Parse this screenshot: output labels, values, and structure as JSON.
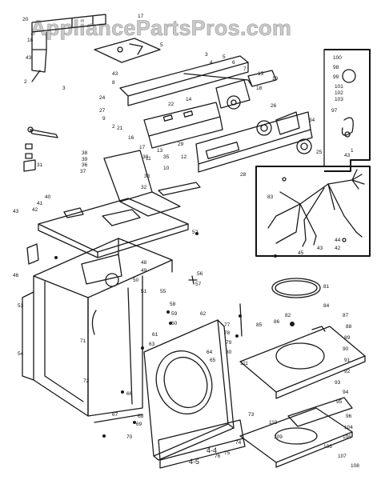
{
  "watermark": "AppliancePartsPros.com",
  "page_marks": {
    "lower": "4-5",
    "upper": "4-4"
  },
  "callouts": {
    "top_left": [
      "20",
      "17",
      "18",
      "43",
      "2",
      "3",
      "5"
    ],
    "console_top": [
      "3",
      "4",
      "43",
      "5",
      "6",
      "7",
      "8",
      "14",
      "15",
      "16",
      "17",
      "18",
      "19",
      "21",
      "22",
      "24",
      "27",
      "9",
      "2",
      "3",
      "4"
    ],
    "console_panel": [
      "26",
      "34",
      "28",
      "25",
      "29",
      "35",
      "10",
      "11",
      "12",
      "13"
    ],
    "harness_inset": [
      "100",
      "101",
      "102",
      "103",
      "98",
      "99",
      "97",
      "43",
      "1",
      "83",
      "44",
      "42",
      "43",
      "45"
    ],
    "left_side": [
      "38",
      "39",
      "37",
      "36",
      "31",
      "30",
      "32",
      "33",
      "40",
      "41",
      "42",
      "43",
      "46"
    ],
    "cabinet": [
      "48",
      "49",
      "50",
      "51",
      "52",
      "53",
      "54",
      "55",
      "56",
      "57",
      "58",
      "59",
      "60",
      "61",
      "62",
      "63",
      "64",
      "65",
      "66",
      "67",
      "68",
      "69",
      "70",
      "71",
      "72",
      "73",
      "74",
      "75",
      "76",
      "77",
      "78",
      "79",
      "80",
      "81",
      "82",
      "84",
      "85",
      "86",
      "87",
      "88",
      "89",
      "90",
      "91",
      "92",
      "93",
      "94",
      "95",
      "96",
      "104",
      "105",
      "106",
      "107",
      "108",
      "109",
      "110",
      "111"
    ]
  }
}
